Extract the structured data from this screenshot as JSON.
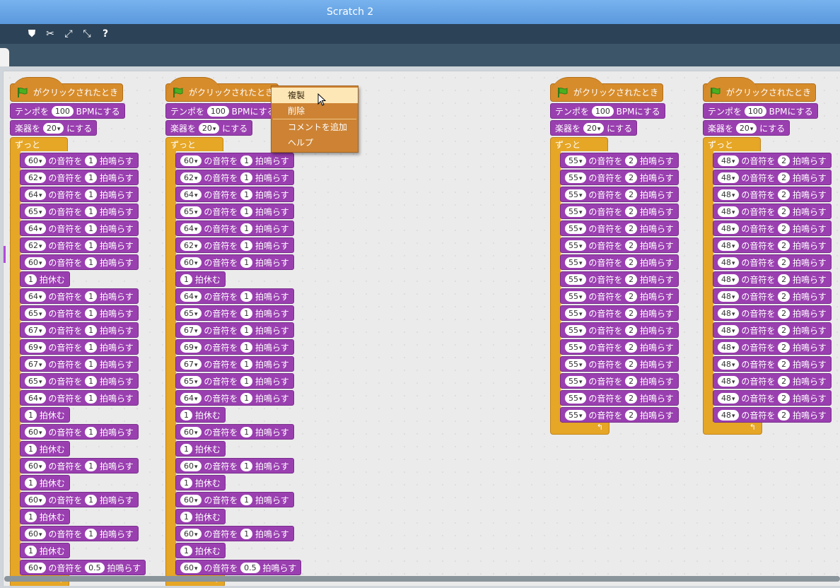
{
  "window": {
    "title": "Scratch 2"
  },
  "toolbar": {
    "tools": [
      {
        "icon": "stamp-icon",
        "glyph": "⛊"
      },
      {
        "icon": "cut-icon",
        "glyph": "✂"
      },
      {
        "icon": "grow-icon",
        "glyph": "⤢"
      },
      {
        "icon": "shrink-icon",
        "glyph": "⤡"
      },
      {
        "icon": "help-icon",
        "glyph": "?"
      }
    ]
  },
  "colors": {
    "motion_sound": "#9a3fb0",
    "control": "#e6a626",
    "events": "#d78c2b"
  },
  "scripts": [
    {
      "hat": "がクリックされたとき",
      "tempo_label_a": "テンポを",
      "tempo": "100",
      "tempo_label_b": "BPMにする",
      "instrument_label_a": "楽器を",
      "instrument": "20",
      "instrument_label_b": "にする",
      "forever": "ずっと",
      "blocks": [
        [
          "note",
          "60",
          "1"
        ],
        [
          "note",
          "62",
          "1"
        ],
        [
          "note",
          "64",
          "1"
        ],
        [
          "note",
          "65",
          "1"
        ],
        [
          "note",
          "64",
          "1"
        ],
        [
          "note",
          "62",
          "1"
        ],
        [
          "note",
          "60",
          "1"
        ],
        [
          "rest",
          "1"
        ],
        [
          "note",
          "64",
          "1"
        ],
        [
          "note",
          "65",
          "1"
        ],
        [
          "note",
          "67",
          "1"
        ],
        [
          "note",
          "69",
          "1"
        ],
        [
          "note",
          "67",
          "1"
        ],
        [
          "note",
          "65",
          "1"
        ],
        [
          "note",
          "64",
          "1"
        ],
        [
          "rest",
          "1"
        ],
        [
          "note",
          "60",
          "1"
        ],
        [
          "rest",
          "1"
        ],
        [
          "note",
          "60",
          "1"
        ],
        [
          "rest",
          "1"
        ],
        [
          "note",
          "60",
          "1"
        ],
        [
          "rest",
          "1"
        ],
        [
          "note",
          "60",
          "1"
        ],
        [
          "rest",
          "1"
        ],
        [
          "note",
          "60",
          "0.5"
        ]
      ]
    },
    {
      "hat": "がクリックされたとき",
      "tempo_label_a": "テンポを",
      "tempo": "100",
      "tempo_label_b": "BPMにする",
      "instrument_label_a": "楽器を",
      "instrument": "20",
      "instrument_label_b": "にする",
      "forever": "ずっと",
      "blocks": [
        [
          "note",
          "60",
          "1"
        ],
        [
          "note",
          "62",
          "1"
        ],
        [
          "note",
          "64",
          "1"
        ],
        [
          "note",
          "65",
          "1"
        ],
        [
          "note",
          "64",
          "1"
        ],
        [
          "note",
          "62",
          "1"
        ],
        [
          "note",
          "60",
          "1"
        ],
        [
          "rest",
          "1"
        ],
        [
          "note",
          "64",
          "1"
        ],
        [
          "note",
          "65",
          "1"
        ],
        [
          "note",
          "67",
          "1"
        ],
        [
          "note",
          "69",
          "1"
        ],
        [
          "note",
          "67",
          "1"
        ],
        [
          "note",
          "65",
          "1"
        ],
        [
          "note",
          "64",
          "1"
        ],
        [
          "rest",
          "1"
        ],
        [
          "note",
          "60",
          "1"
        ],
        [
          "rest",
          "1"
        ],
        [
          "note",
          "60",
          "1"
        ],
        [
          "rest",
          "1"
        ],
        [
          "note",
          "60",
          "1"
        ],
        [
          "rest",
          "1"
        ],
        [
          "note",
          "60",
          "1"
        ],
        [
          "rest",
          "1"
        ],
        [
          "note",
          "60",
          "0.5"
        ]
      ]
    },
    {
      "hat": "がクリックされたとき",
      "tempo_label_a": "テンポを",
      "tempo": "100",
      "tempo_label_b": "BPMにする",
      "instrument_label_a": "楽器を",
      "instrument": "20",
      "instrument_label_b": "にする",
      "forever": "ずっと",
      "blocks": [
        [
          "note",
          "55",
          "2"
        ],
        [
          "note",
          "55",
          "2"
        ],
        [
          "note",
          "55",
          "2"
        ],
        [
          "note",
          "55",
          "2"
        ],
        [
          "note",
          "55",
          "2"
        ],
        [
          "note",
          "55",
          "2"
        ],
        [
          "note",
          "55",
          "2"
        ],
        [
          "note",
          "55",
          "2"
        ],
        [
          "note",
          "55",
          "2"
        ],
        [
          "note",
          "55",
          "2"
        ],
        [
          "note",
          "55",
          "2"
        ],
        [
          "note",
          "55",
          "2"
        ],
        [
          "note",
          "55",
          "2"
        ],
        [
          "note",
          "55",
          "2"
        ],
        [
          "note",
          "55",
          "2"
        ],
        [
          "note",
          "55",
          "2"
        ]
      ]
    },
    {
      "hat": "がクリックされたとき",
      "tempo_label_a": "テンポを",
      "tempo": "100",
      "tempo_label_b": "BPMにする",
      "instrument_label_a": "楽器を",
      "instrument": "20",
      "instrument_label_b": "にする",
      "forever": "ずっと",
      "blocks": [
        [
          "note",
          "48",
          "2"
        ],
        [
          "note",
          "48",
          "2"
        ],
        [
          "note",
          "48",
          "2"
        ],
        [
          "note",
          "48",
          "2"
        ],
        [
          "note",
          "48",
          "2"
        ],
        [
          "note",
          "48",
          "2"
        ],
        [
          "note",
          "48",
          "2"
        ],
        [
          "note",
          "48",
          "2"
        ],
        [
          "note",
          "48",
          "2"
        ],
        [
          "note",
          "48",
          "2"
        ],
        [
          "note",
          "48",
          "2"
        ],
        [
          "note",
          "48",
          "2"
        ],
        [
          "note",
          "48",
          "2"
        ],
        [
          "note",
          "48",
          "2"
        ],
        [
          "note",
          "48",
          "2"
        ],
        [
          "note",
          "48",
          "2"
        ]
      ]
    }
  ],
  "note_block": {
    "label_a": "の音符を",
    "label_b": "拍鳴らす"
  },
  "rest_block": {
    "label": "拍休む"
  },
  "context_menu": {
    "items": [
      "複製",
      "削除",
      "コメントを追加",
      "ヘルプ"
    ],
    "selected": "複製"
  }
}
